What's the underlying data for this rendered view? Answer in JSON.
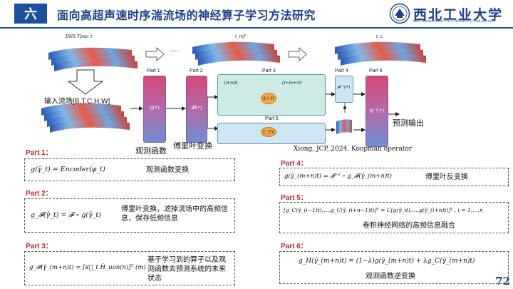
{
  "header": {
    "section": "六",
    "title": "面向高超声速时序湍流场的神经算子学习方法研究",
    "logo_name": "西北工业大学",
    "logo_en": "NORTHWESTERN POLYTECHNICAL UNIVERSITY"
  },
  "diagram": {
    "dns_label": "DNS Time: t",
    "ellipsis": "……",
    "t_ref": "t_ref",
    "t_end": "t_c",
    "input_label": "输入流场[B,T,C,H,W]",
    "part_labels": [
      "Part 1",
      "Part 2",
      "Part 3",
      "Part 4",
      "Part 5",
      "Part 6"
    ],
    "ops": {
      "p1": "g(•)",
      "p2": "𝓕(•)",
      "p4": "𝓕⁻¹(•)",
      "p6": "g⁻¹(•)"
    },
    "p3_left": "(i+m)t",
    "p3_right": "(i+m+r)t",
    "p3_oval": "κ̂ t H",
    "p5_oval": "C_EV",
    "obs_label": "观测函数",
    "fourier_label": "傅里叶变换",
    "pred_label": "预测输出",
    "citation": "Xiong, JCP, 2024. Koopman operator"
  },
  "parts": {
    "p1": {
      "title": "Part 1：",
      "formula": "g(γ̂_t) = Encoder(φ_t)",
      "desc": "观测函数变换"
    },
    "p2": {
      "title": "Part 2：",
      "formula": "g_𝓕(γ̂_t) = 𝓕 ∘ g(γ̂_t)",
      "desc": "傅里叶变换，滤掉流场中的高频信息，保存低频信息"
    },
    "p3": {
      "title": "Part 3：",
      "formula": "g_𝓕(γ̂_(m+n)t) = [κ⃗_t Ĥ_uon(n)]ᵀ (m)",
      "desc": "基于学习到的算子以及观测函数去预测系统的未来状态"
    },
    "p4": {
      "title": "Part 4：",
      "formula": "g(γ̂_(m+n)t) = 𝓕⁻¹ ∘ g_𝓕(γ̂_(m+n)t)",
      "desc": "傅里叶反变换"
    },
    "p5": {
      "title": "Part 5：",
      "formula": "[g_C(γ̂_(i−1)t),…,g_C(γ̂_(i+n−1)t)]ᵀ = C[g(γ̂_it),…,g(γ̂_(i+n)t)]ᵀ , i = 1,…,n",
      "desc": "卷积神经网络的高频信息融合"
    },
    "p6": {
      "title": "Part 6：",
      "formula": "g_H(γ̂_(m+n)t) = (1−λ)g(γ̂_(m+n)t) + λg_C(γ̂_(m+n)t)",
      "desc": "观测函数逆变换"
    }
  },
  "page_number": "72",
  "colors": {
    "brand_blue": "#1c4f9c",
    "part_red": "#c0262d",
    "part3_green": "#cdebe4",
    "part5_blue": "#cfe6f2"
  }
}
